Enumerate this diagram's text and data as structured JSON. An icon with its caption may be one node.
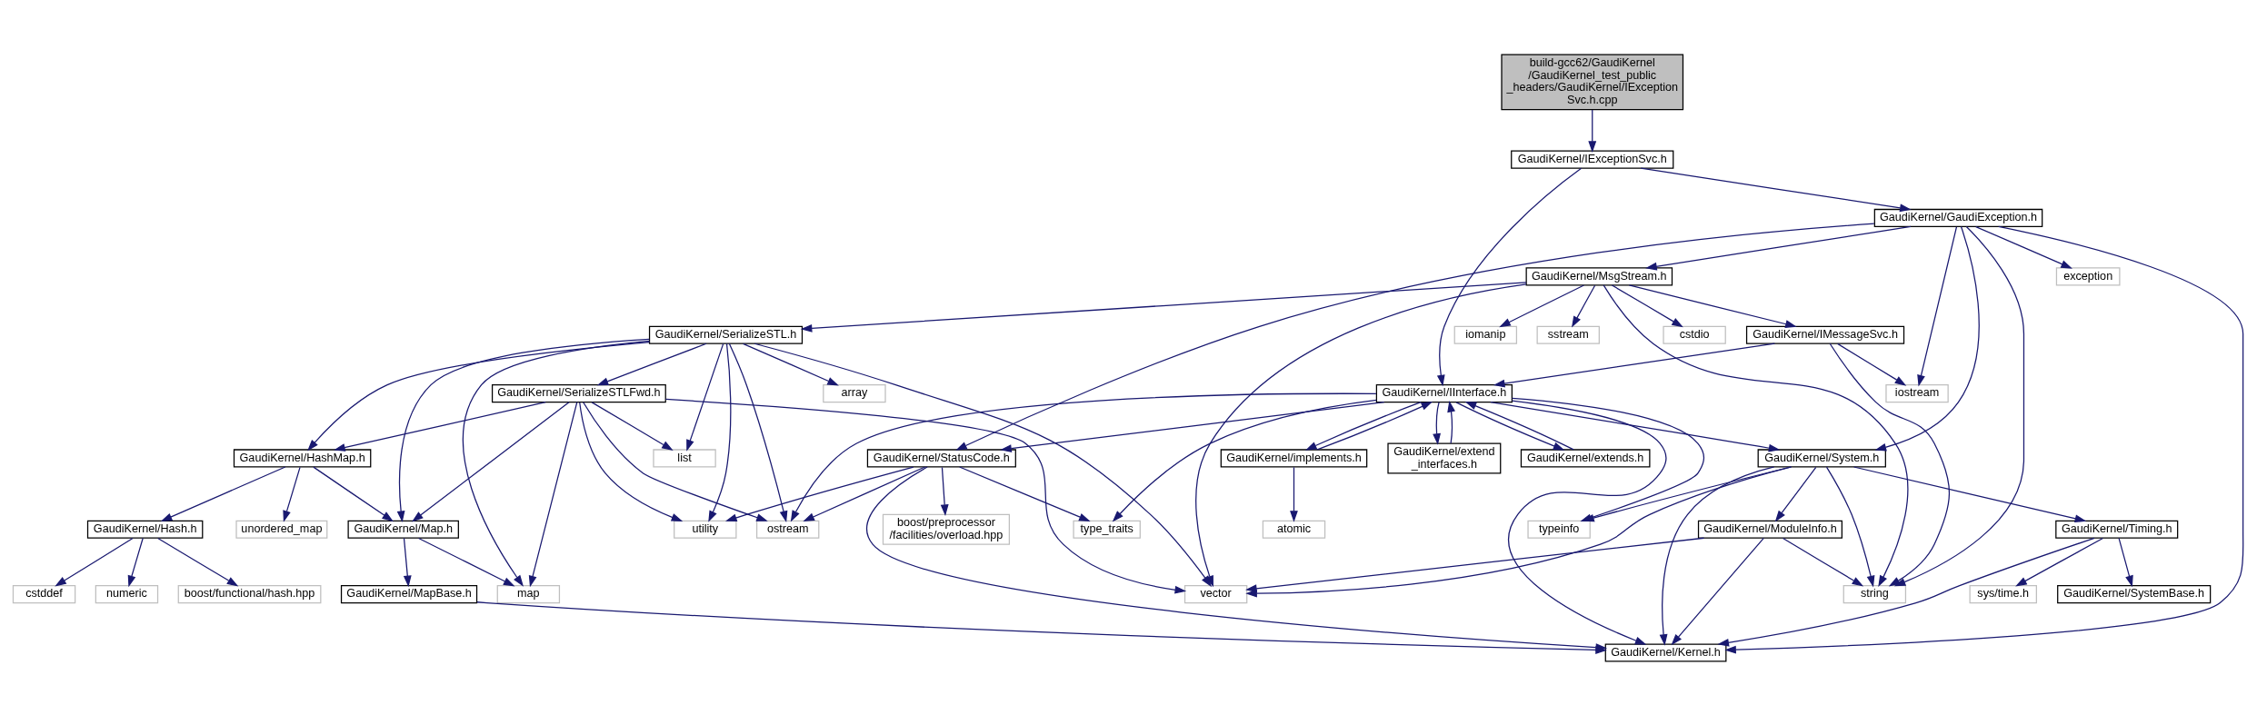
{
  "diagram": {
    "nodes": [
      {
        "text": [
          "build-gcc62/GaudiKernel /GaudiKernel_test_public _headers/GaudiKernel/IException Svc.h.cpp"
        ]
      },
      {
        "text": [
          "GaudiKernel/IExceptionSvc.h"
        ]
      },
      {
        "text": [
          "GaudiKernel/GaudiException.h"
        ]
      },
      {
        "text": [
          "GaudiKernel/MsgStream.h"
        ]
      },
      {
        "text": [
          "exception"
        ]
      },
      {
        "text": [
          "cstdio"
        ]
      },
      {
        "text": [
          "GaudiKernel/IMessageSvc.h"
        ]
      },
      {
        "text": [
          "iomanip"
        ]
      },
      {
        "text": [
          "sstream"
        ]
      },
      {
        "text": [
          "GaudiKernel/SerializeSTL.h"
        ]
      },
      {
        "text": [
          "GaudiKernel/IInterface.h"
        ]
      },
      {
        "text": [
          "iostream"
        ]
      },
      {
        "text": [
          "array"
        ]
      },
      {
        "text": [
          "GaudiKernel/SerializeSTLFwd.h"
        ]
      },
      {
        "text": [
          "GaudiKernel/System.h"
        ]
      },
      {
        "text": [
          "GaudiKernel/implements.h"
        ]
      },
      {
        "text": [
          "GaudiKernel/extend _interfaces.h"
        ]
      },
      {
        "text": [
          "GaudiKernel/extends.h"
        ]
      },
      {
        "text": [
          "GaudiKernel/StatusCode.h"
        ]
      },
      {
        "text": [
          "list"
        ]
      },
      {
        "text": [
          "GaudiKernel/HashMap.h"
        ]
      },
      {
        "text": [
          "GaudiKernel/Timing.h"
        ]
      },
      {
        "text": [
          "GaudiKernel/ModuleInfo.h"
        ]
      },
      {
        "text": [
          "typeinfo"
        ]
      },
      {
        "text": [
          "atomic"
        ]
      },
      {
        "text": [
          "type_traits"
        ]
      },
      {
        "text": [
          "boost/preprocessor /facilities/overload.hpp"
        ]
      },
      {
        "text": [
          "ostream"
        ]
      },
      {
        "text": [
          "utility"
        ]
      },
      {
        "text": [
          "unordered_map"
        ]
      },
      {
        "text": [
          "GaudiKernel/Hash.h"
        ]
      },
      {
        "text": [
          "GaudiKernel/Map.h"
        ]
      },
      {
        "text": [
          "sys/time.h"
        ]
      },
      {
        "text": [
          "GaudiKernel/SystemBase.h"
        ]
      },
      {
        "text": [
          "vector"
        ]
      },
      {
        "text": [
          "string"
        ]
      },
      {
        "text": [
          "cstddef"
        ]
      },
      {
        "text": [
          "numeric"
        ]
      },
      {
        "text": [
          "boost/functional/hash.hpp"
        ]
      },
      {
        "text": [
          "GaudiKernel/MapBase.h"
        ]
      },
      {
        "text": [
          "map"
        ]
      },
      {
        "text": [
          "GaudiKernel/Kernel.h"
        ]
      }
    ],
    "edges": [
      {
        "from": 0,
        "to": 1,
        "arrow": "to"
      },
      {
        "from": 1,
        "to": 2,
        "arrow": "to"
      },
      {
        "from": 1,
        "to": 10,
        "arrow": "to"
      },
      {
        "from": 2,
        "to": 3,
        "arrow": "to"
      },
      {
        "from": 2,
        "to": 4,
        "arrow": "to"
      },
      {
        "from": 2,
        "to": 14,
        "arrow": "to"
      },
      {
        "from": 2,
        "to": 11,
        "arrow": "to"
      },
      {
        "from": 2,
        "to": 18,
        "arrow": "to"
      },
      {
        "from": 2,
        "to": 35,
        "arrow": "to"
      },
      {
        "from": 2,
        "to": 41,
        "arrow": "to"
      },
      {
        "from": 3,
        "to": 34,
        "arrow": "to"
      },
      {
        "from": 3,
        "to": 5,
        "arrow": "to"
      },
      {
        "from": 3,
        "to": 6,
        "arrow": "to"
      },
      {
        "from": 3,
        "to": 7,
        "arrow": "to"
      },
      {
        "from": 3,
        "to": 8,
        "arrow": "to"
      },
      {
        "from": 3,
        "to": 9,
        "arrow": "to"
      },
      {
        "from": 3,
        "to": 35,
        "arrow": "to"
      },
      {
        "from": 6,
        "to": 10,
        "arrow": "to"
      },
      {
        "from": 6,
        "to": 11,
        "arrow": "to"
      },
      {
        "from": 6,
        "to": 35,
        "arrow": "to"
      },
      {
        "from": 9,
        "to": 34,
        "arrow": "to"
      },
      {
        "from": 9,
        "to": 12,
        "arrow": "to"
      },
      {
        "from": 9,
        "to": 19,
        "arrow": "to"
      },
      {
        "from": 9,
        "to": 27,
        "arrow": "to"
      },
      {
        "from": 9,
        "to": 28,
        "arrow": "to"
      },
      {
        "from": 9,
        "to": 13,
        "arrow": "to"
      },
      {
        "from": 9,
        "to": 20,
        "arrow": "to"
      },
      {
        "from": 9,
        "to": 31,
        "arrow": "to"
      },
      {
        "from": 9,
        "to": 40,
        "arrow": "to"
      },
      {
        "from": 10,
        "to": 14,
        "arrow": "to"
      },
      {
        "from": 10,
        "to": 15,
        "arrow": "to"
      },
      {
        "from": 15,
        "to": 10,
        "arrow": "to"
      },
      {
        "from": 10,
        "to": 16,
        "arrow": "to"
      },
      {
        "from": 16,
        "to": 10,
        "arrow": "to"
      },
      {
        "from": 10,
        "to": 17,
        "arrow": "to"
      },
      {
        "from": 17,
        "to": 10,
        "arrow": "to"
      },
      {
        "from": 10,
        "to": 18,
        "arrow": "to"
      },
      {
        "from": 10,
        "to": 23,
        "arrow": "to"
      },
      {
        "from": 10,
        "to": 25,
        "arrow": "to"
      },
      {
        "from": 10,
        "to": 27,
        "arrow": "to"
      },
      {
        "from": 10,
        "to": 41,
        "arrow": "to"
      },
      {
        "from": 13,
        "to": 19,
        "arrow": "to"
      },
      {
        "from": 13,
        "to": 27,
        "arrow": "to"
      },
      {
        "from": 13,
        "to": 28,
        "arrow": "to"
      },
      {
        "from": 13,
        "to": 34,
        "arrow": "to"
      },
      {
        "from": 13,
        "to": 20,
        "arrow": "to"
      },
      {
        "from": 13,
        "to": 31,
        "arrow": "to"
      },
      {
        "from": 13,
        "to": 40,
        "arrow": "to"
      },
      {
        "from": 14,
        "to": 41,
        "arrow": "to"
      },
      {
        "from": 14,
        "to": 21,
        "arrow": "to"
      },
      {
        "from": 14,
        "to": 34,
        "arrow": "to"
      },
      {
        "from": 14,
        "to": 22,
        "arrow": "to"
      },
      {
        "from": 14,
        "to": 23,
        "arrow": "to"
      },
      {
        "from": 14,
        "to": 35,
        "arrow": "to"
      },
      {
        "from": 15,
        "to": 24,
        "arrow": "to"
      },
      {
        "from": 18,
        "to": 25,
        "arrow": "to"
      },
      {
        "from": 18,
        "to": 26,
        "arrow": "to"
      },
      {
        "from": 18,
        "to": 27,
        "arrow": "to"
      },
      {
        "from": 18,
        "to": 28,
        "arrow": "to"
      },
      {
        "from": 18,
        "to": 41,
        "arrow": "to"
      },
      {
        "from": 20,
        "to": 29,
        "arrow": "to"
      },
      {
        "from": 20,
        "to": 30,
        "arrow": "to"
      },
      {
        "from": 20,
        "to": 31,
        "arrow": "to"
      },
      {
        "from": 21,
        "to": 32,
        "arrow": "to"
      },
      {
        "from": 21,
        "to": 33,
        "arrow": "to"
      },
      {
        "from": 21,
        "to": 41,
        "arrow": "to"
      },
      {
        "from": 22,
        "to": 34,
        "arrow": "to"
      },
      {
        "from": 22,
        "to": 35,
        "arrow": "to"
      },
      {
        "from": 22,
        "to": 41,
        "arrow": "to"
      },
      {
        "from": 30,
        "to": 36,
        "arrow": "to"
      },
      {
        "from": 30,
        "to": 37,
        "arrow": "to"
      },
      {
        "from": 30,
        "to": 38,
        "arrow": "to"
      },
      {
        "from": 31,
        "to": 39,
        "arrow": "to"
      },
      {
        "from": 31,
        "to": 40,
        "arrow": "to"
      },
      {
        "from": 39,
        "to": 41,
        "arrow": "to"
      }
    ]
  }
}
